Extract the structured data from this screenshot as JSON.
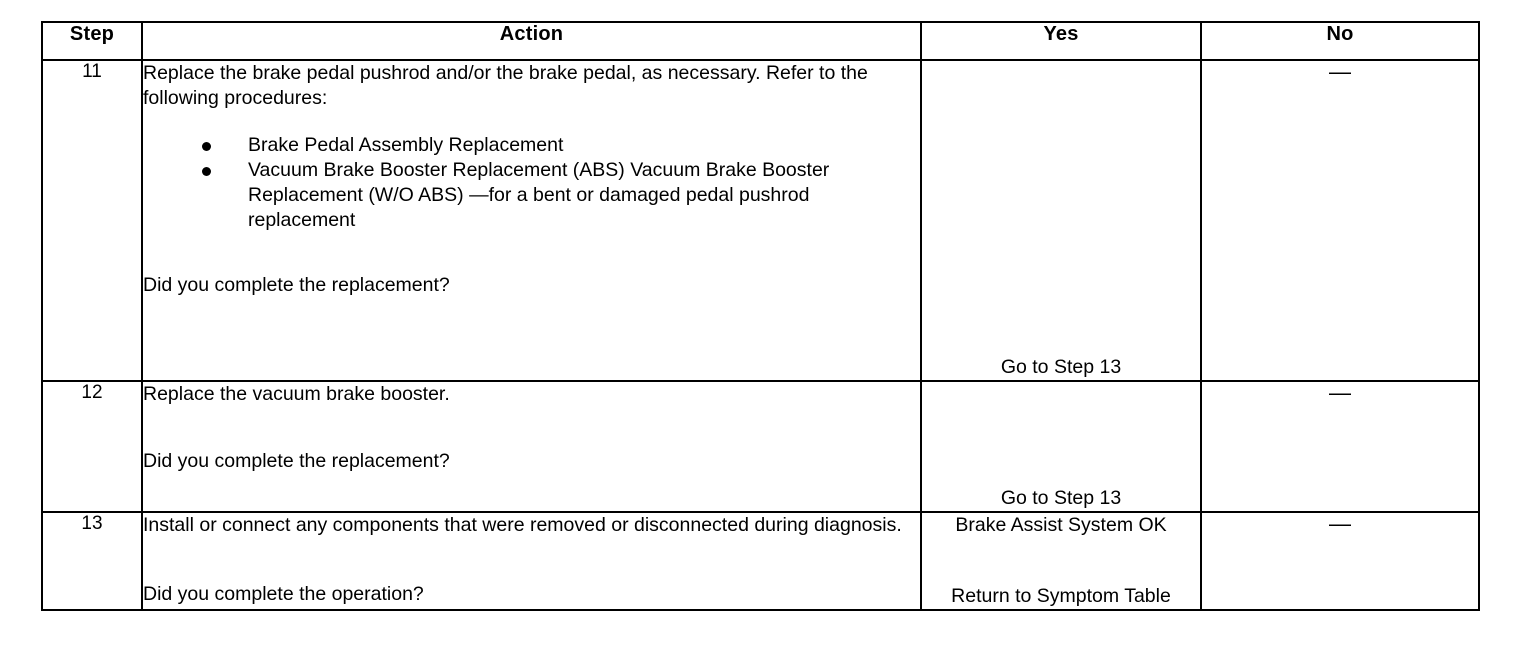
{
  "table": {
    "headers": {
      "step": "Step",
      "action": "Action",
      "yes": "Yes",
      "no": "No"
    },
    "rows": [
      {
        "step": "11",
        "action_lead": "Replace the brake pedal pushrod and/or the brake pedal, as necessary. Refer to the following procedures:",
        "bullets": [
          "Brake Pedal Assembly Replacement",
          "Vacuum Brake Booster Replacement (ABS) Vacuum Brake Booster Replacement (W/O ABS) —for a bent or damaged pedal pushrod replacement"
        ],
        "question": "Did you complete the replacement?",
        "yes": "Go to Step 13",
        "no": "—"
      },
      {
        "step": "12",
        "action_lead": "Replace the vacuum brake booster.",
        "bullets": [],
        "question": "Did you complete the replacement?",
        "yes": "Go to Step 13",
        "no": "—"
      },
      {
        "step": "13",
        "action_lead": "Install or connect any components that were removed or disconnected during diagnosis.",
        "bullets": [],
        "question": "Did you complete the operation?",
        "yes_top": "Brake Assist System OK",
        "yes_bottom": "Return to Symptom Table",
        "no": "—"
      }
    ]
  },
  "colors": {
    "border": "#000000",
    "text": "#000000",
    "background": "#ffffff"
  }
}
